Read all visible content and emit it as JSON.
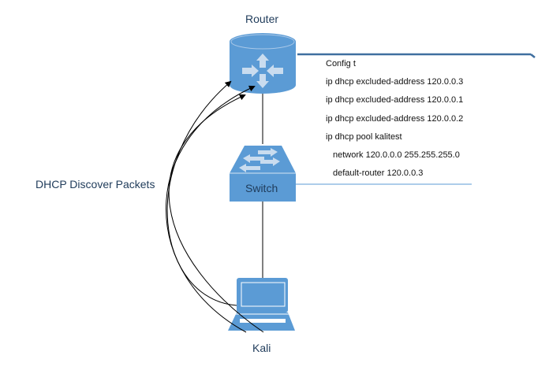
{
  "nodes": {
    "router": {
      "label": "Router"
    },
    "switch": {
      "label": "Switch"
    },
    "host": {
      "label": "Kali"
    }
  },
  "annotation": {
    "label": "DHCP Discover Packets"
  },
  "config": {
    "lines": [
      "Config t",
      "ip dhcp excluded-address 120.0.0.3",
      "ip dhcp excluded-address 120.0.0.1",
      "ip dhcp excluded-address 120.0.0.2",
      "ip dhcp pool kalitest",
      "network 120.0.0.0 255.255.255.0",
      "default-router 120.0.0.3"
    ]
  },
  "colors": {
    "device_fill": "#5b9bd5",
    "device_dark": "#4a88c2",
    "icon_light": "#c9dcef",
    "label_text": "#1f3b5a",
    "callout_line": "#3f6f9f"
  }
}
